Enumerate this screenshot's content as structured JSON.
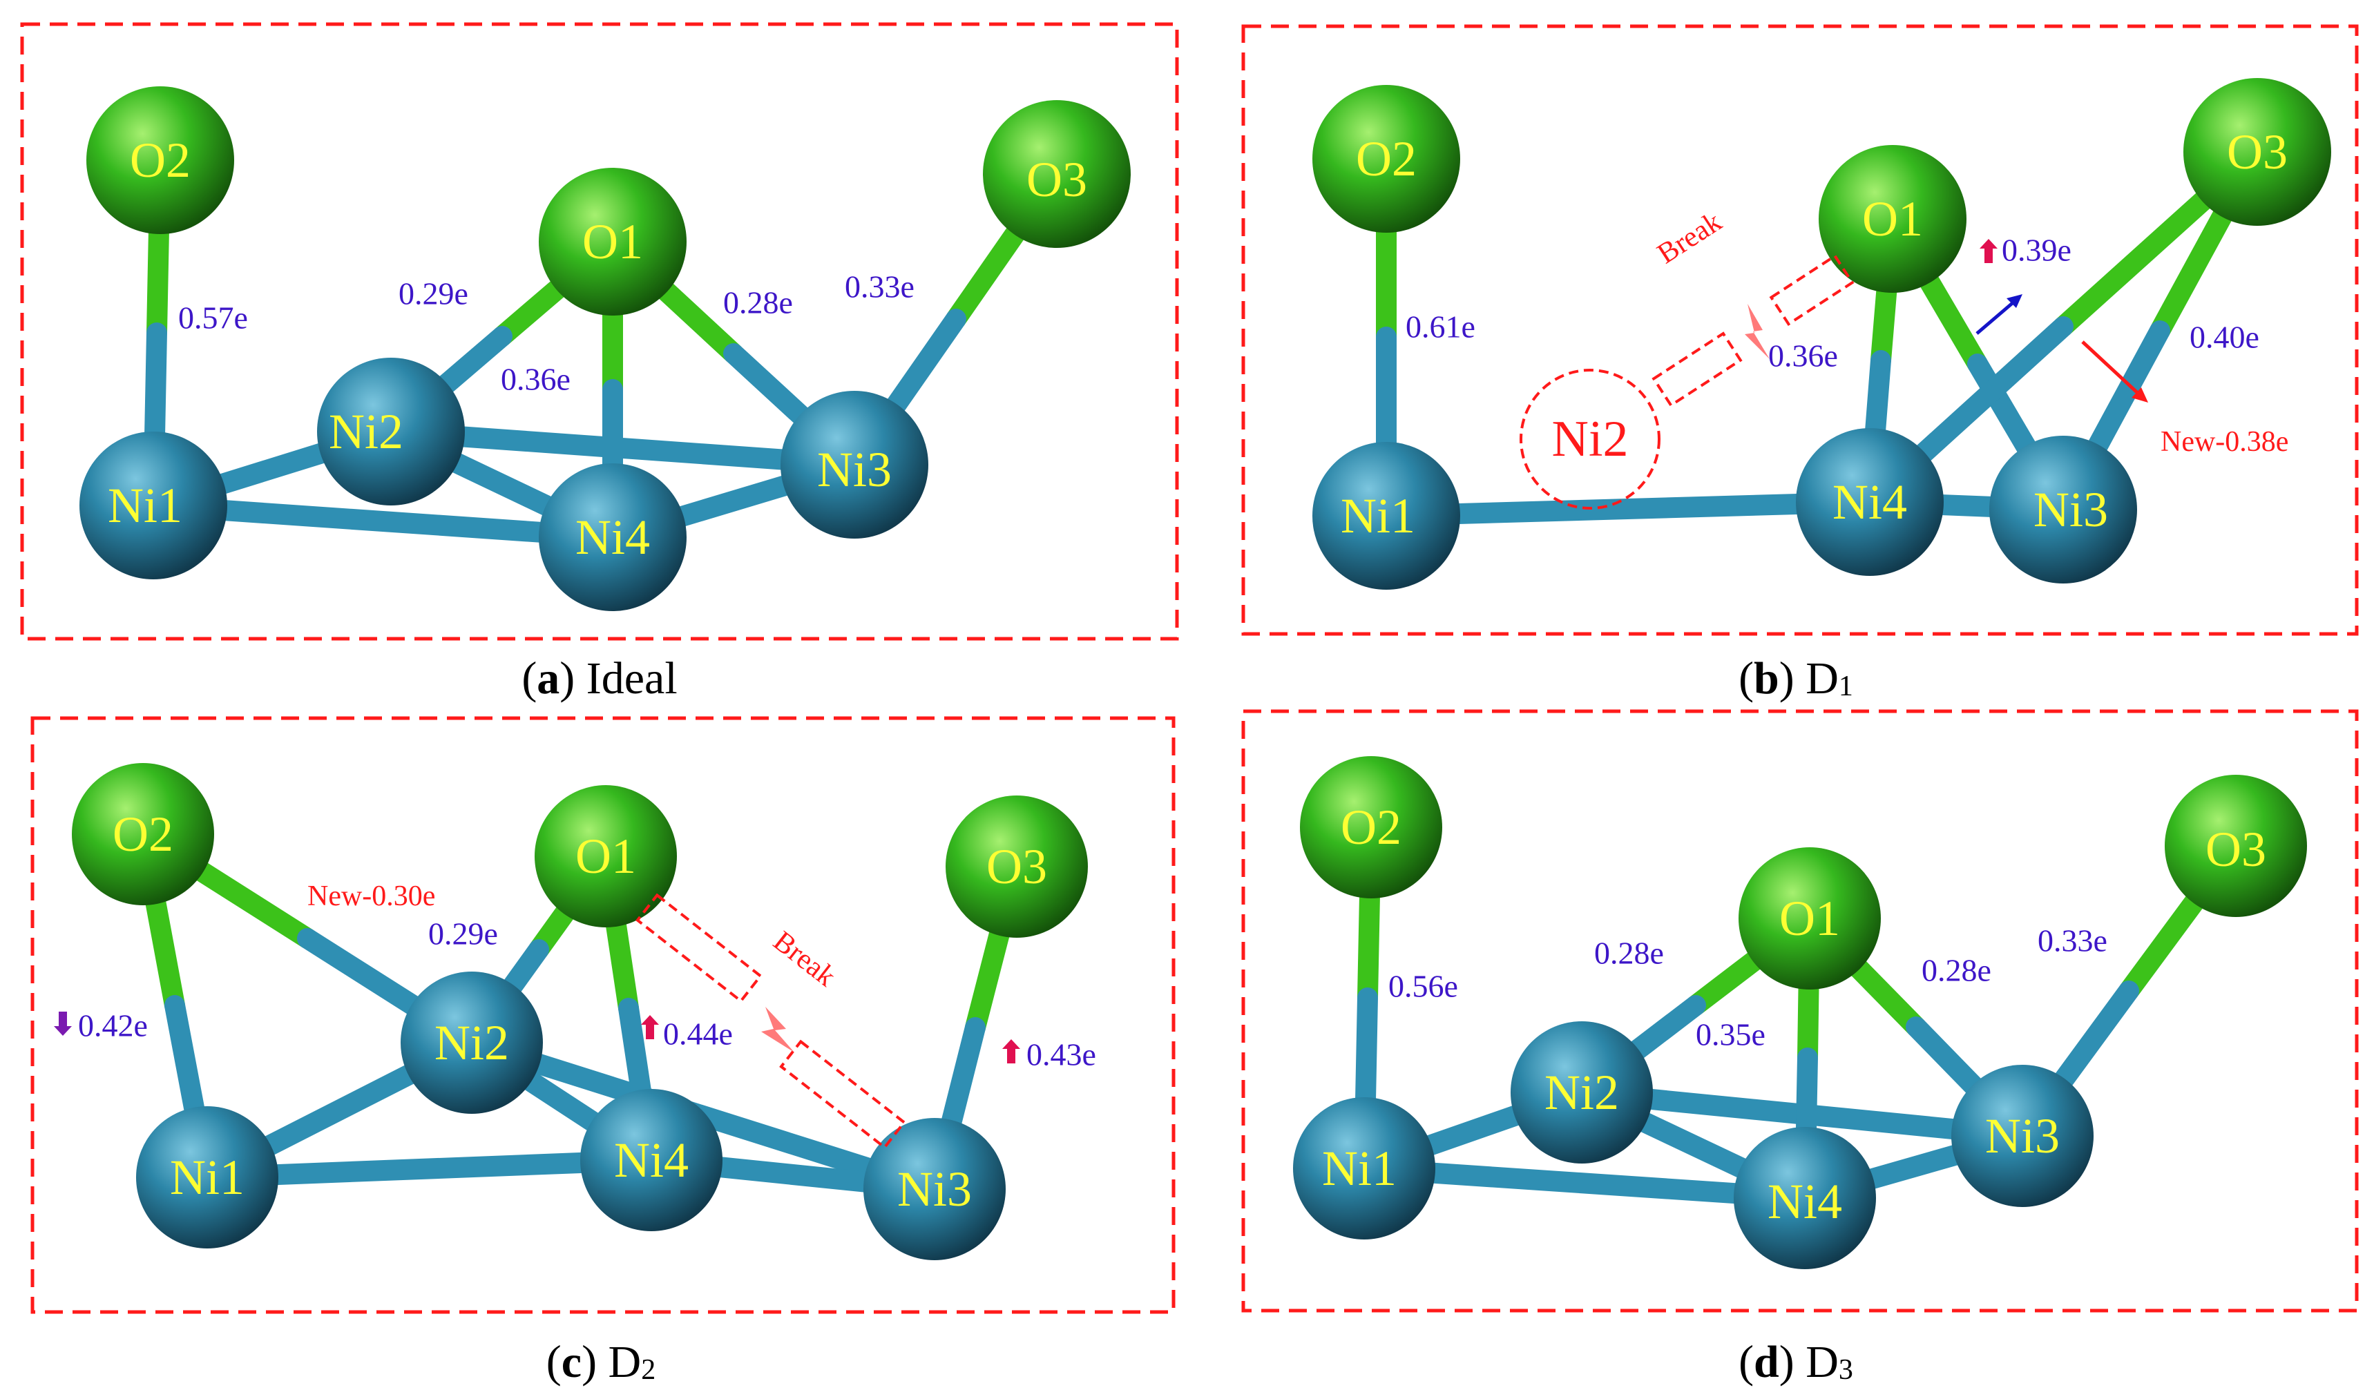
{
  "colors": {
    "ni": "#2c86a8",
    "o": "#35b81e",
    "bond_ni": "#2f8fb3",
    "bond_o": "#3cc21a",
    "charge_text": "#3d16c8",
    "annotation_red": "#ff1a1a",
    "atom_label": "#ffff33"
  },
  "panels": [
    {
      "id": "a",
      "caption": {
        "letter": "a",
        "text": "Ideal"
      },
      "atoms": [
        {
          "label": "O2",
          "element": "O"
        },
        {
          "label": "O1",
          "element": "O"
        },
        {
          "label": "O3",
          "element": "O"
        },
        {
          "label": "Ni2",
          "element": "Ni"
        },
        {
          "label": "Ni1",
          "element": "Ni"
        },
        {
          "label": "Ni4",
          "element": "Ni"
        },
        {
          "label": "Ni3",
          "element": "Ni"
        }
      ],
      "bonds": [
        [
          "Ni1",
          "Ni2"
        ],
        [
          "Ni1",
          "Ni4"
        ],
        [
          "Ni2",
          "Ni4"
        ],
        [
          "Ni2",
          "Ni3"
        ],
        [
          "Ni4",
          "Ni3"
        ],
        [
          "O2",
          "Ni1"
        ],
        [
          "O1",
          "Ni2"
        ],
        [
          "O1",
          "Ni4"
        ],
        [
          "O1",
          "Ni3"
        ],
        [
          "O3",
          "Ni3"
        ]
      ],
      "charges": [
        "0.57e",
        "0.29e",
        "0.36e",
        "0.28e",
        "0.33e"
      ]
    },
    {
      "id": "b",
      "caption": {
        "letter": "b",
        "text": "D",
        "sub": "1"
      },
      "atoms": [
        {
          "label": "O2",
          "element": "O"
        },
        {
          "label": "O1",
          "element": "O"
        },
        {
          "label": "O3",
          "element": "O"
        },
        {
          "label": "Ni1",
          "element": "Ni"
        },
        {
          "label": "Ni3",
          "element": "Ni"
        },
        {
          "label": "Ni4",
          "element": "Ni"
        }
      ],
      "removed_atom": "Ni2",
      "bonds": [
        [
          "Ni1",
          "Ni4"
        ],
        [
          "Ni4",
          "Ni3"
        ],
        [
          "O2",
          "Ni1"
        ],
        [
          "O1",
          "Ni4"
        ],
        [
          "O1",
          "Ni3"
        ],
        [
          "O3",
          "Ni4"
        ],
        [
          "O3",
          "Ni3"
        ]
      ],
      "charges": [
        "0.61e",
        "0.36e",
        "0.39e",
        "0.40e"
      ],
      "annotations": {
        "break": "Break",
        "new_bond": "New-0.38e"
      }
    },
    {
      "id": "c",
      "caption": {
        "letter": "c",
        "text": "D",
        "sub": "2"
      },
      "atoms": [
        {
          "label": "O2",
          "element": "O"
        },
        {
          "label": "O1",
          "element": "O"
        },
        {
          "label": "O3",
          "element": "O"
        },
        {
          "label": "Ni2",
          "element": "Ni"
        },
        {
          "label": "Ni1",
          "element": "Ni"
        },
        {
          "label": "Ni4",
          "element": "Ni"
        },
        {
          "label": "Ni3",
          "element": "Ni"
        }
      ],
      "bonds": [
        [
          "Ni1",
          "Ni2"
        ],
        [
          "Ni1",
          "Ni4"
        ],
        [
          "Ni2",
          "Ni4"
        ],
        [
          "Ni2",
          "Ni3"
        ],
        [
          "Ni4",
          "Ni3"
        ],
        [
          "O2",
          "Ni1"
        ],
        [
          "O2",
          "Ni2"
        ],
        [
          "O1",
          "Ni2"
        ],
        [
          "O1",
          "Ni4"
        ],
        [
          "O3",
          "Ni3"
        ]
      ],
      "charges": [
        "0.29e",
        "0.42e",
        "0.44e",
        "0.43e"
      ],
      "annotations": {
        "break": "Break",
        "new_bond": "New-0.30e"
      }
    },
    {
      "id": "d",
      "caption": {
        "letter": "d",
        "text": "D",
        "sub": "3"
      },
      "atoms": [
        {
          "label": "O2",
          "element": "O"
        },
        {
          "label": "O1",
          "element": "O"
        },
        {
          "label": "O3",
          "element": "O"
        },
        {
          "label": "Ni2",
          "element": "Ni"
        },
        {
          "label": "Ni1",
          "element": "Ni"
        },
        {
          "label": "Ni4",
          "element": "Ni"
        },
        {
          "label": "Ni3",
          "element": "Ni"
        }
      ],
      "bonds": [
        [
          "Ni1",
          "Ni2"
        ],
        [
          "Ni1",
          "Ni4"
        ],
        [
          "Ni2",
          "Ni4"
        ],
        [
          "Ni2",
          "Ni3"
        ],
        [
          "Ni4",
          "Ni3"
        ],
        [
          "O2",
          "Ni1"
        ],
        [
          "O1",
          "Ni2"
        ],
        [
          "O1",
          "Ni4"
        ],
        [
          "O1",
          "Ni3"
        ],
        [
          "O3",
          "Ni3"
        ]
      ],
      "charges": [
        "0.56e",
        "0.28e",
        "0.35e",
        "0.28e",
        "0.33e"
      ]
    }
  ]
}
